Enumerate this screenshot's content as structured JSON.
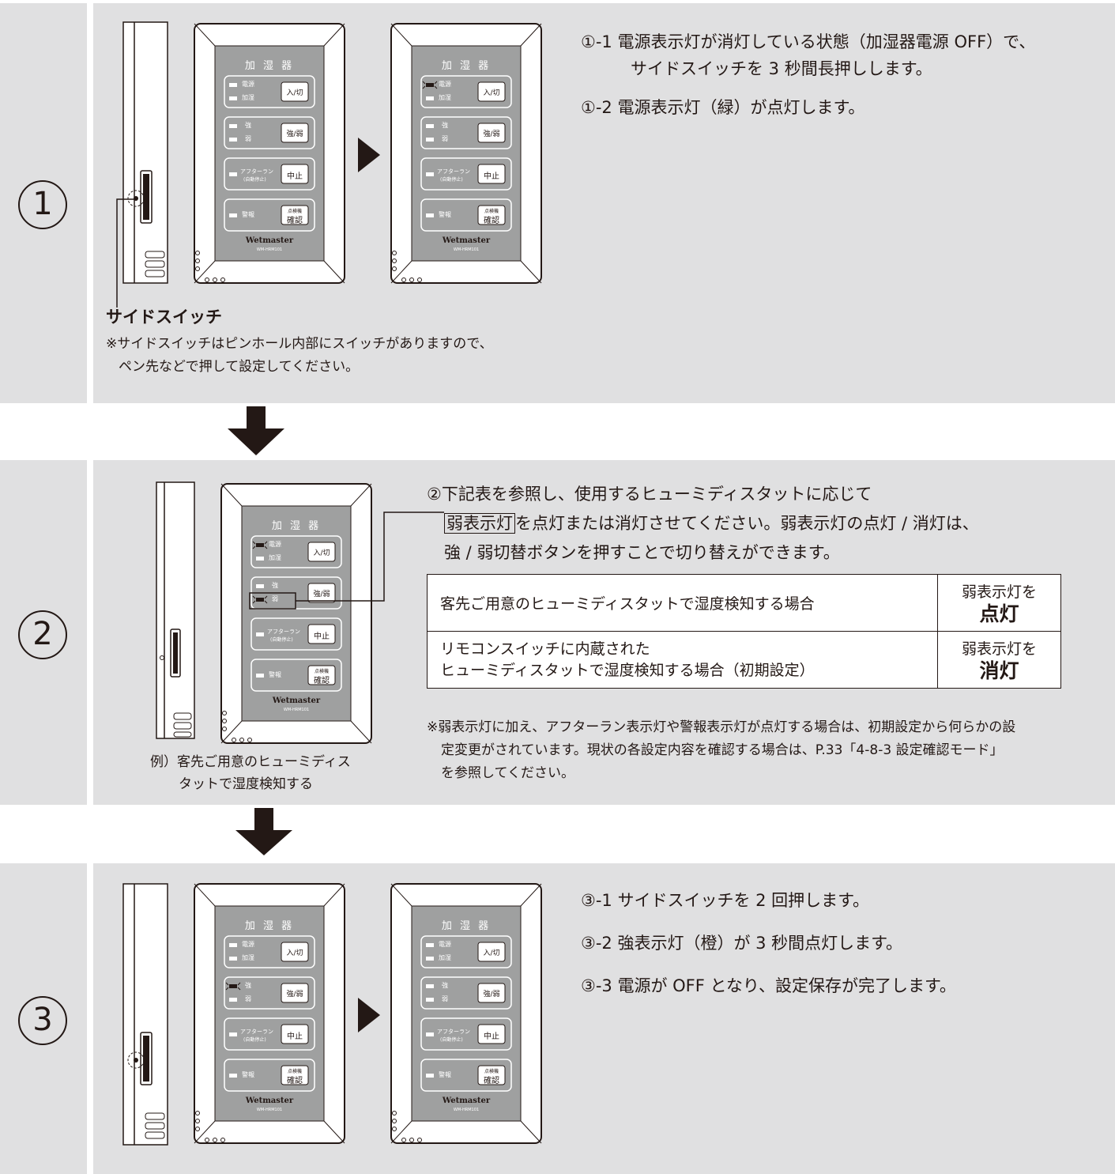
{
  "device": {
    "title": "加 湿 器",
    "labels": {
      "power": "電源",
      "humidify": "加湿",
      "strong": "強",
      "weak": "弱",
      "afterrun": "アフターラン",
      "afterrun_sub": "(自動停止)",
      "alarm": "警報"
    },
    "buttons": {
      "onoff": "入/切",
      "strongweak": "強/弱",
      "stop": "中止",
      "check_top": "点検機",
      "check": "確認"
    },
    "brand": "Wetmaster",
    "model": "WM-HRM101"
  },
  "step1": {
    "number": "1",
    "line1": "①-1 電源表示灯が消灯している状態（加湿器電源 OFF）で、",
    "line2": "サイドスイッチを 3 秒間長押しします。",
    "line3": "①-2 電源表示灯（緑）が点灯します。",
    "side_switch_label": "サイドスイッチ",
    "note1": "※サイドスイッチはピンホール内部にスイッチがありますので、",
    "note2": "ペン先などで押して設定してください。"
  },
  "step2": {
    "number": "2",
    "line1": "②下記表を参照し、使用するヒューミディスタットに応じて",
    "boxed_term": "弱表示灯",
    "line2_rest": "を点灯または消灯させてください。弱表示灯の点灯 / 消灯は、",
    "line3": "強 / 弱切替ボタンを押すことで切り替えができます。",
    "table": [
      {
        "condition": "客先ご用意のヒューミディスタットで湿度検知する場合",
        "action_prefix": "弱表示灯を",
        "action": "点灯"
      },
      {
        "condition_line1": "リモコンスイッチに内蔵された",
        "condition_line2": "ヒューミディスタットで湿度検知する場合（初期設定）",
        "action_prefix": "弱表示灯を",
        "action": "消灯"
      }
    ],
    "note1": "※弱表示灯に加え、アフターラン表示灯や警報表示灯が点灯する場合は、初期設定から何らかの設",
    "note2": "定変更がされています。現状の各設定内容を確認する場合は、P.33「4-8-3 設定確認モード」",
    "note3": "を参照してください。",
    "example1": "例）客先ご用意のヒューミディス",
    "example2": "タットで湿度検知する"
  },
  "step3": {
    "number": "3",
    "line1": "③-1 サイドスイッチを 2 回押します。",
    "line2": "③-2 強表示灯（橙）が 3 秒間点灯します。",
    "line3": "③-3 電源が OFF となり、設定保存が完了します。"
  },
  "colors": {
    "panel_bg": "#e0e0e1",
    "ink": "#231815",
    "device_panel": "#9fa0a0"
  }
}
